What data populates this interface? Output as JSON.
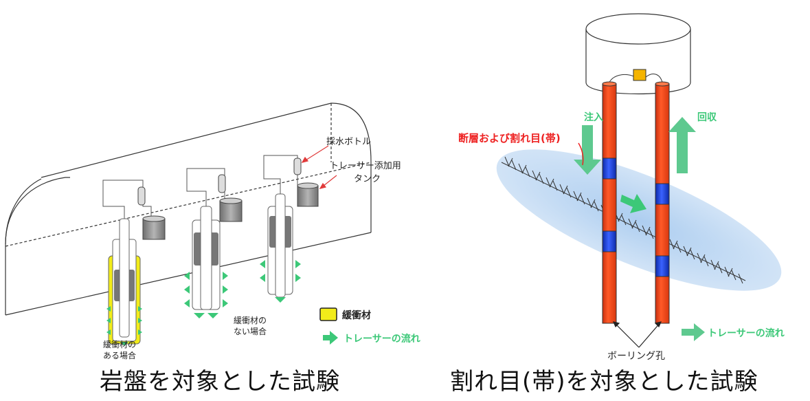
{
  "left_panel": {
    "caption": "岩盤を対象とした試験",
    "label_sampling_bottle": "採水ボトル",
    "label_tracer_tank_line1": "トレーサー添加用",
    "label_tracer_tank_line2": "タンク",
    "label_with_buffer_line1": "緩衝材の",
    "label_with_buffer_line2": "ある場合",
    "label_no_buffer_line1": "緩衝材の",
    "label_no_buffer_line2": "ない場合",
    "legend_buffer": "緩衝材",
    "legend_flow": "トレーサーの流れ",
    "colors": {
      "buffer": "#f2ec1a",
      "flow": "#3cc878",
      "packer": "#777777",
      "tank": "#9a9a9a"
    }
  },
  "right_panel": {
    "caption": "割れ目(帯)を対象とした試験",
    "label_injection": "注入",
    "label_recovery": "回収",
    "label_fault": "断層および割れ目(帯)",
    "label_borehole": "ボーリング孔",
    "legend_flow": "トレーサーの流れ",
    "colors": {
      "borehole": "#f24a1a",
      "packer": "#1a3fd0",
      "flow": "#5ec98f",
      "fault_zone": "#bcd6f2",
      "fault_label": "#ee2222",
      "device": "#f5b400"
    }
  }
}
